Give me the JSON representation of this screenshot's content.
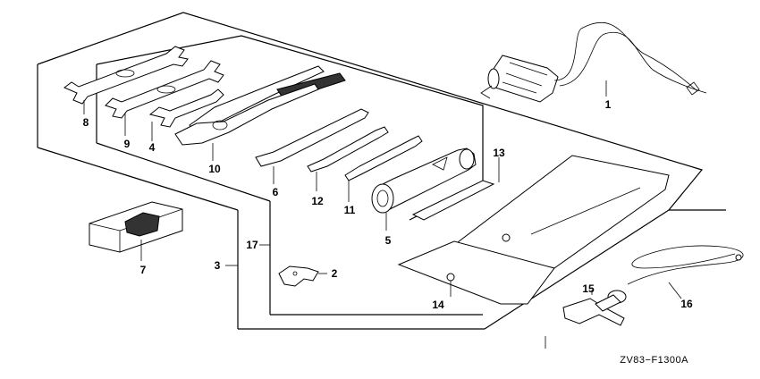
{
  "labels": {
    "p1": "1",
    "p2": "2",
    "p3": "3",
    "p4": "4",
    "p5": "5",
    "p6": "6",
    "p7": "7",
    "p8": "8",
    "p9": "9",
    "p10": "10",
    "p11": "11",
    "p12": "12",
    "p13": "13",
    "p14": "14",
    "p15": "15",
    "p16": "16",
    "p17": "17"
  },
  "diagram_code": "ZV83−F1300A"
}
